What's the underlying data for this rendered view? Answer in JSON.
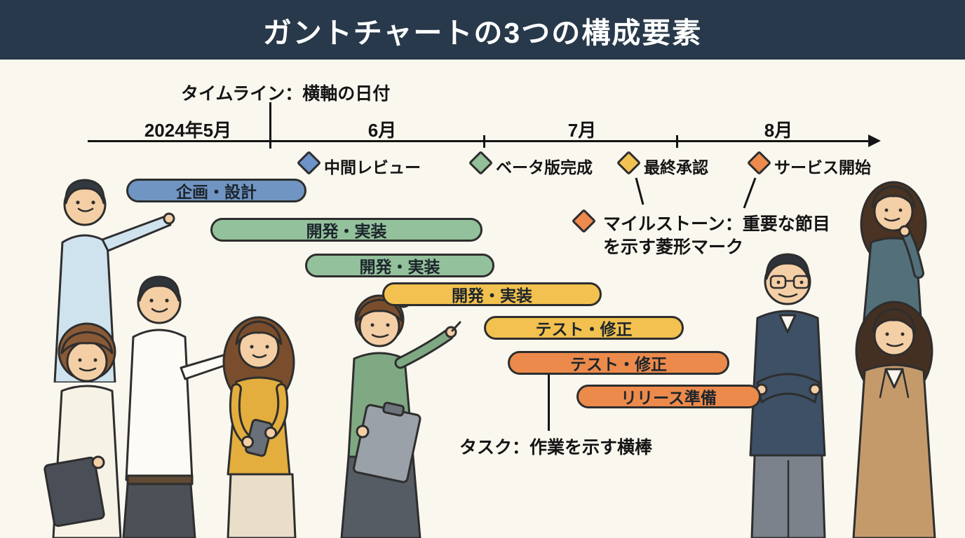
{
  "header": {
    "title": "ガントチャートの3つの構成要素"
  },
  "timeline": {
    "label": "タイムライン：横軸の日付",
    "months": [
      {
        "label": "2024年5月"
      },
      {
        "label": "6月"
      },
      {
        "label": "7月"
      },
      {
        "label": "8月"
      }
    ]
  },
  "milestones": [
    {
      "label": "中間レビュー",
      "color": "#6d93c8"
    },
    {
      "label": "ベータ版完成",
      "color": "#92c098"
    },
    {
      "label": "最終承認",
      "color": "#f2c253"
    },
    {
      "label": "サービス開始",
      "color": "#ee8a4d"
    }
  ],
  "milestone_note": {
    "diamond_color": "#ee8a4d",
    "line1": "マイルストーン：重要な節目",
    "line2": "を示す菱形マーク"
  },
  "tasks": [
    {
      "label": "企画・設計",
      "color": "#7095c3"
    },
    {
      "label": "開発・実装",
      "color": "#93c19b"
    },
    {
      "label": "開発・実装",
      "color": "#93c19b"
    },
    {
      "label": "開発・実装",
      "color": "#f2c14f"
    },
    {
      "label": "テスト・修正",
      "color": "#f2c14f"
    },
    {
      "label": "テスト・修正",
      "color": "#ec8a4b"
    },
    {
      "label": "リリース準備",
      "color": "#ec8a4b"
    }
  ],
  "task_note": "タスク：作業を示す横棒"
}
